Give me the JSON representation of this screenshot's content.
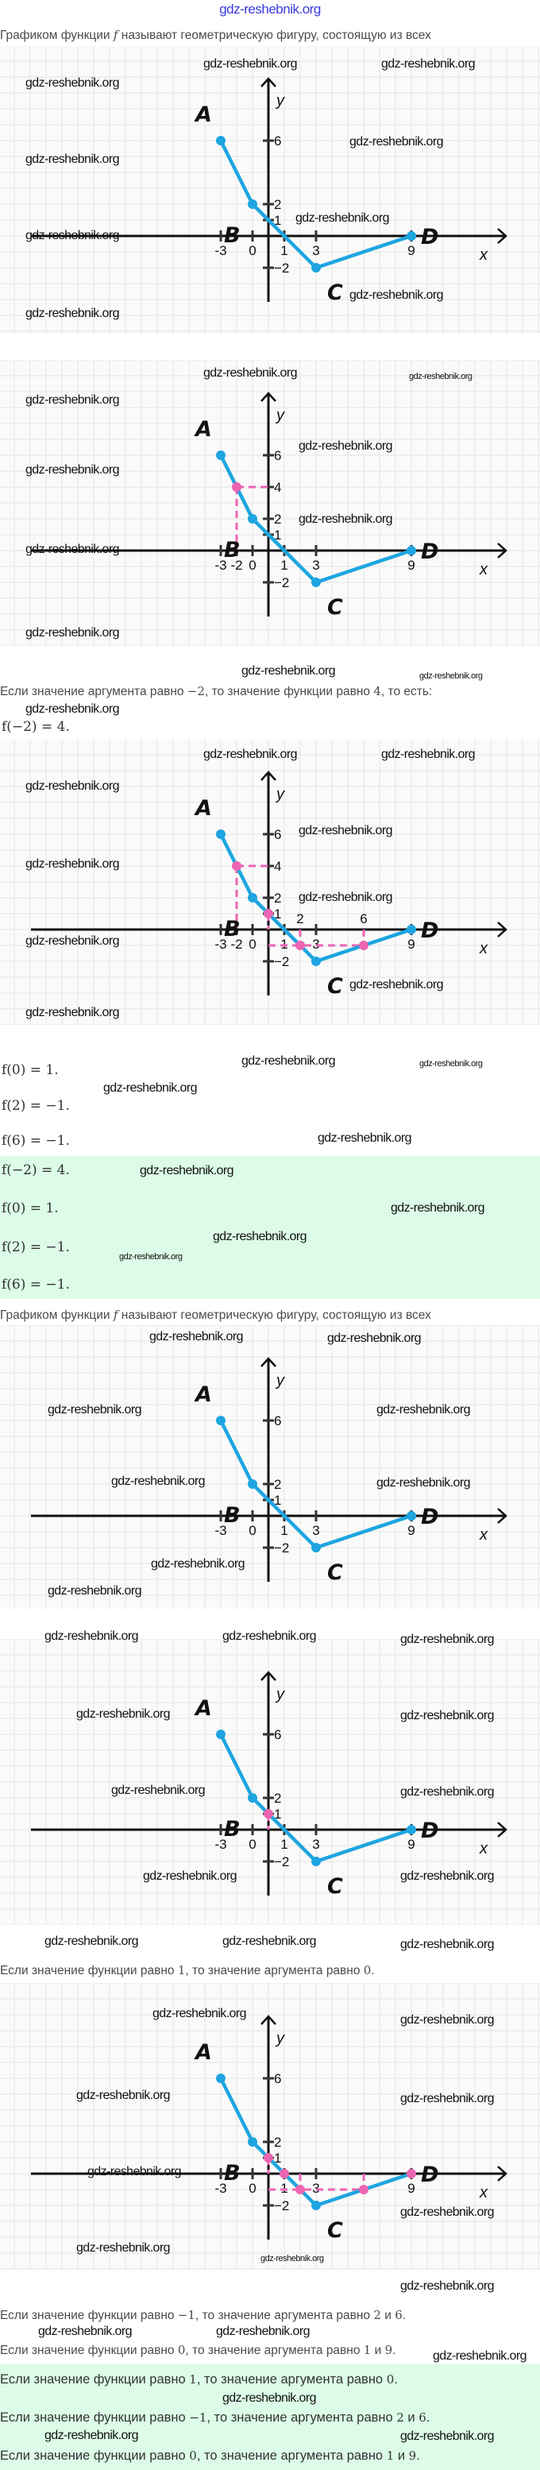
{
  "site_logo": "gdz-reshebnik.org",
  "watermark": "gdz-reshebnik.org",
  "texts": {
    "intro_before": "Графиком функции",
    "intro_var": "f",
    "intro_after": "называют геометрическую фигуру, состоящую из всех",
    "arg_sentence": "Если значение аргумента равно",
    "arg_value": "−2",
    "arg_mid": ", то значение функции равно",
    "arg_result": "4",
    "arg_end": ", то есть:",
    "f_m2": "f(−2) = 4.",
    "f_0": "f(0) = 1.",
    "f_2": "f(2) = −1.",
    "f_6": "f(6) = −1.",
    "s1_a": "Если значение функции равно",
    "s1_v": "1",
    "s1_b": ", то значение аргумента равно",
    "s1_r": "0",
    "s1_e": ".",
    "s2_a": "Если значение функции равно",
    "s2_v": "−1",
    "s2_b": ", то значение аргумента равно",
    "s2_r": "2",
    "s2_and": " и ",
    "s2_r2": "6",
    "s2_e": ".",
    "s3_a": "Если значение функции равно",
    "s3_v": "0",
    "s3_b": ", то значение аргумента равно",
    "s3_r": "1",
    "s3_and": " и ",
    "s3_r2": "9",
    "s3_e": "."
  },
  "answer_box_1": [
    "f(−2) = 4.",
    "f(0) = 1.",
    "f(2) = −1.",
    "f(6) = −1."
  ],
  "colors": {
    "graph_line": "#1ea5e0",
    "highlight": "#ec64b2",
    "answer_bg": "#dcfce8",
    "grid": "#e4e4e4"
  },
  "graph_base": {
    "points": [
      {
        "name": "A",
        "x": -3,
        "y": 6
      },
      {
        "name": "B",
        "x": -1,
        "y": 2
      },
      {
        "name": "",
        "x": 1,
        "y": 0
      },
      {
        "name": "C",
        "x": 3,
        "y": -2
      },
      {
        "name": "D",
        "x": 9,
        "y": 0
      }
    ],
    "dots": [
      [
        -3,
        6
      ],
      [
        -1,
        2
      ],
      [
        3,
        -2
      ],
      [
        9,
        0
      ]
    ],
    "x_axis_label": "x",
    "y_axis_label": "y",
    "x_ticks": [
      {
        "x": -3,
        "label": "-3"
      },
      {
        "x": -1,
        "label": "0"
      },
      {
        "x": 1,
        "label": "1"
      },
      {
        "x": 3,
        "label": "3"
      },
      {
        "x": 9,
        "label": "9"
      }
    ],
    "y_ticks": [
      {
        "y": 6,
        "label": "6"
      },
      {
        "y": 2,
        "label": "2"
      },
      {
        "y": 1,
        "label": "1"
      },
      {
        "y": -2,
        "label": "−2"
      }
    ]
  },
  "graphs": [
    {
      "extra_x_ticks": [],
      "extra_y_ticks": [],
      "above_labels": [],
      "hl_dots": [],
      "hl_lines": []
    },
    {
      "extra_x_ticks": [
        {
          "x": -2,
          "label": "-2"
        }
      ],
      "extra_y_ticks": [
        {
          "y": 4,
          "label": "4"
        }
      ],
      "above_labels": [],
      "hl_dots": [
        [
          -2,
          4
        ]
      ],
      "hl_lines": [
        [
          -2,
          4,
          0,
          4
        ],
        [
          -2,
          4,
          -2,
          0
        ]
      ]
    },
    {
      "extra_x_ticks": [
        {
          "x": -2,
          "label": "-2"
        }
      ],
      "extra_y_ticks": [
        {
          "y": 4,
          "label": "4"
        }
      ],
      "above_labels": [
        {
          "x": 2,
          "label": "2"
        },
        {
          "x": 6,
          "label": "6"
        }
      ],
      "hl_dots": [
        [
          -2,
          4
        ],
        [
          0,
          1
        ],
        [
          2,
          -1
        ],
        [
          6,
          -1
        ]
      ],
      "hl_lines": [
        [
          -2,
          4,
          0,
          4
        ],
        [
          -2,
          4,
          -2,
          0
        ],
        [
          0,
          1,
          0,
          0
        ],
        [
          0,
          -1,
          6,
          -1
        ],
        [
          2,
          0,
          2,
          -1
        ],
        [
          6,
          0,
          6,
          -1
        ]
      ]
    },
    {
      "extra_x_ticks": [],
      "extra_y_ticks": [],
      "above_labels": [],
      "hl_dots": [],
      "hl_lines": []
    },
    {
      "extra_x_ticks": [],
      "extra_y_ticks": [],
      "above_labels": [],
      "hl_dots": [
        [
          0,
          1
        ]
      ],
      "hl_lines": [
        [
          0,
          1,
          0,
          0
        ]
      ]
    },
    {
      "extra_x_ticks": [],
      "extra_y_ticks": [],
      "above_labels": [],
      "hl_dots": [
        [
          0,
          1
        ],
        [
          1,
          0
        ],
        [
          9,
          0
        ],
        [
          2,
          -1
        ],
        [
          6,
          -1
        ]
      ],
      "hl_lines": [
        [
          0,
          1,
          0,
          0
        ],
        [
          0,
          -1,
          6,
          -1
        ],
        [
          2,
          0,
          2,
          -1
        ],
        [
          6,
          0,
          6,
          -1
        ]
      ]
    }
  ]
}
